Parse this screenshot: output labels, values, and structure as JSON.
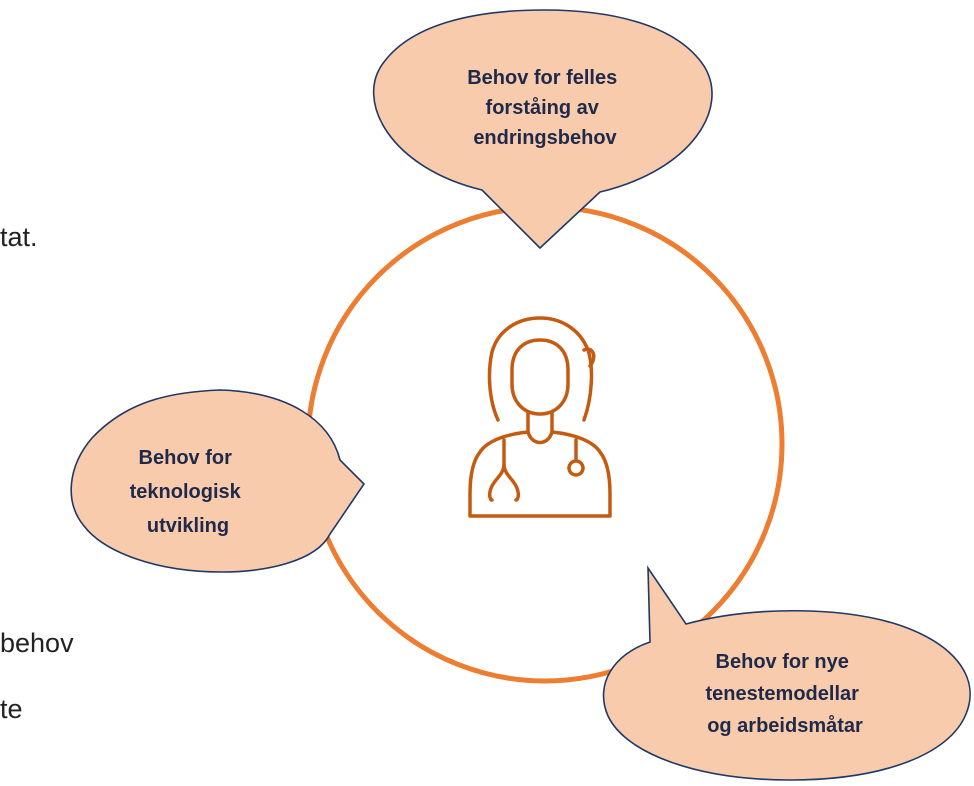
{
  "background_text": {
    "line1": "tat.",
    "line2": "behov",
    "line3": "te"
  },
  "colors": {
    "ring": "#ED7D31",
    "bubble_fill": "#F8CBAD",
    "bubble_stroke": "#1F3864",
    "icon": "#C55A11"
  },
  "center_icon": "female-doctor-icon",
  "bubbles": {
    "top": {
      "lines": [
        "Behov for felles",
        "forståing av",
        "endringsbehov"
      ]
    },
    "left": {
      "lines": [
        "Behov for",
        "teknologisk",
        "utvikling"
      ]
    },
    "bottom_right": {
      "lines": [
        "Behov for nye",
        "tenestemodellar",
        "og arbeidsmåtar"
      ]
    }
  }
}
